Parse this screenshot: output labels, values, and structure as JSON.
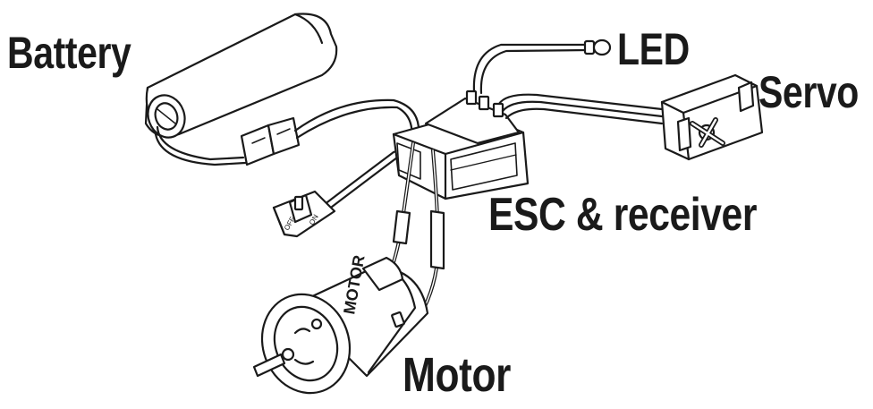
{
  "labels": {
    "battery": "Battery",
    "led": "LED",
    "servo": "Servo",
    "esc_receiver": "ESC & receiver",
    "motor": "Motor"
  },
  "switch": {
    "off": "OFF",
    "on": "ON"
  },
  "motor_body_text": "MOTOR",
  "colors": {
    "ink": "#1a1a1a",
    "paper": "#ffffff"
  }
}
